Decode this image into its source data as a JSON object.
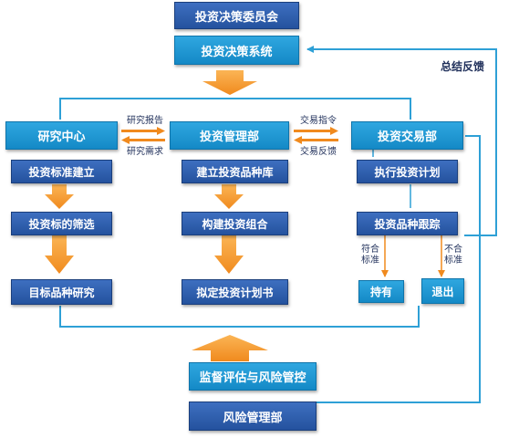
{
  "top": {
    "committee": "投资决策委员会",
    "system": "投资决策系统"
  },
  "feedback_label": "总结反馈",
  "departments": {
    "research": "研究中心",
    "management": "投资管理部",
    "trading": "投资交易部"
  },
  "links": {
    "research_report": "研究报告",
    "research_demand": "研究需求",
    "trade_order": "交易指令",
    "trade_feedback": "交易反馈"
  },
  "research_steps": [
    "投资标准建立",
    "投资标的筛选",
    "目标品种研究"
  ],
  "management_steps": [
    "建立投资品种库",
    "构建投资组合",
    "拟定投资计划书"
  ],
  "trading_steps": [
    "执行投资计划",
    "投资品种跟踪"
  ],
  "tracking": {
    "compliant_label": "符合标准",
    "noncompliant_label": "不合标准",
    "hold": "持有",
    "exit": "退出"
  },
  "bottom": {
    "risk_control": "监督评估与风险管控",
    "risk_dept": "风险管理部"
  },
  "colors": {
    "navy_box": "#2f5fae",
    "sky_box": "#1c98d6",
    "arrow_orange": "#f79a2e",
    "line_blue": "#2ea0d6"
  }
}
